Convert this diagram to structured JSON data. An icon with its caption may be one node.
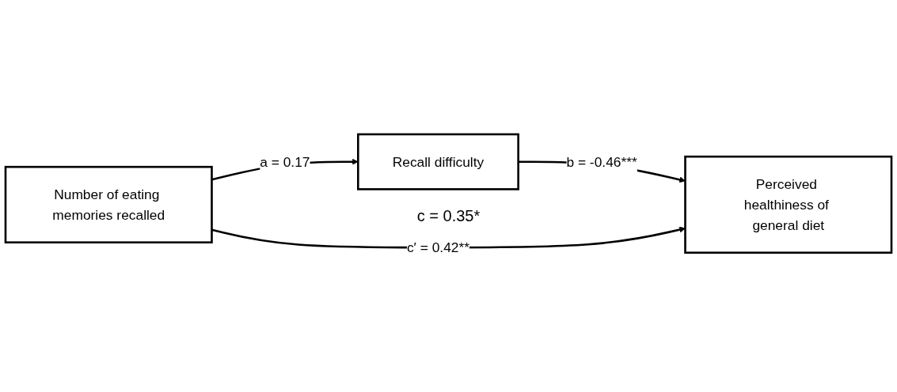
{
  "diagram": {
    "nodes": [
      {
        "text": [
          "Recall difficulty"
        ]
      },
      {
        "text": [
          "Number of eating memories recalled"
        ]
      },
      {
        "text": [
          "Perceived healthiness of general diet"
        ]
      }
    ],
    "edges": [
      {
        "from": 1,
        "to": 0,
        "arrow": "to",
        "label": "a = 0.17"
      },
      {
        "from": 0,
        "to": 2,
        "arrow": "to",
        "label": "b = -0.46***"
      },
      {
        "from": 1,
        "to": 2,
        "arrow": "to",
        "label": "c′ = 0.42**"
      }
    ],
    "labels": [
      "c = 0.35*"
    ]
  }
}
